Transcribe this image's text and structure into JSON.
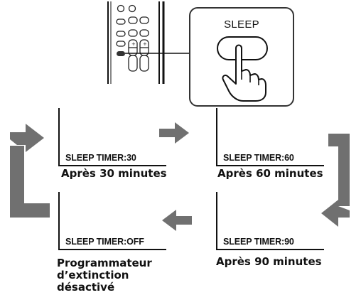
{
  "remote": {
    "sleep_button_label": "SLEEP"
  },
  "states": [
    {
      "display": "SLEEP TIMER:30",
      "caption": "Après 30 minutes"
    },
    {
      "display": "SLEEP TIMER:60",
      "caption": "Après 60 minutes"
    },
    {
      "display": "SLEEP TIMER:90",
      "caption": "Après 90 minutes"
    },
    {
      "display": "SLEEP TIMER:OFF",
      "caption": "Programmateur d’extinction désactivé"
    }
  ],
  "colors": {
    "arrow": "#707070",
    "line": "#111111",
    "remote_body": "#ffffff"
  }
}
